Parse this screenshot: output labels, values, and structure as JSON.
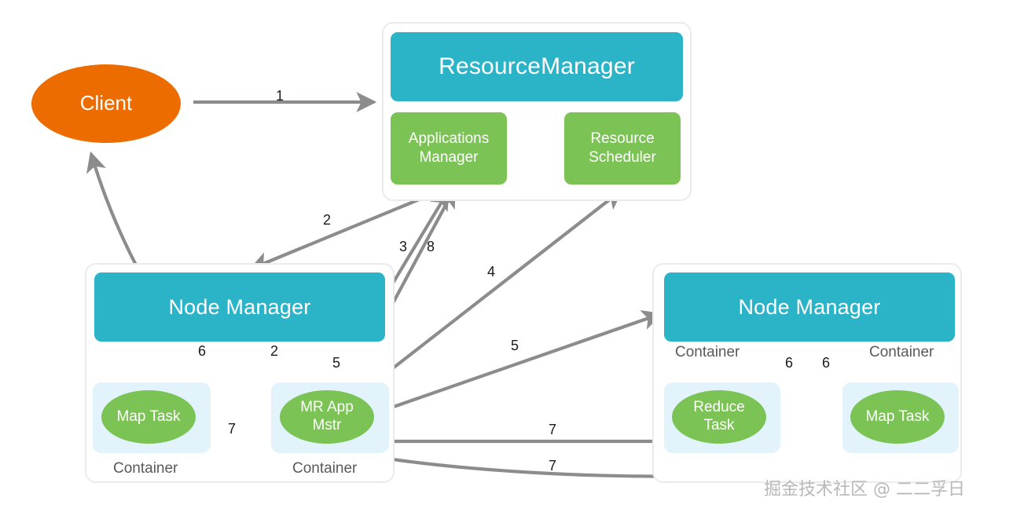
{
  "diagram": {
    "title": "YARN / MapReduce job submission flow",
    "colors": {
      "teal": "#2bb3c7",
      "green": "#7cc356",
      "orange": "#ec6c00",
      "tile": "#e2f3fb",
      "panel_border": "#ebebeb",
      "arrow": "#8c8c8c",
      "caption_text": "#595959",
      "label_text": "#1a1a1a",
      "watermark_text": "#b9b9b9"
    },
    "client": {
      "label": "Client"
    },
    "resource_manager": {
      "title": "ResourceManager",
      "services": [
        {
          "label": "Applications\nManager",
          "line1": "Applications",
          "line2": "Manager"
        },
        {
          "label": "Resource\nScheduler",
          "line1": "Resource",
          "line2": "Scheduler"
        }
      ]
    },
    "node_managers": [
      {
        "title": "Node Manager",
        "containers": [
          {
            "caption": "Container",
            "task": {
              "line1": "Map Task",
              "line2": ""
            }
          },
          {
            "caption": "Container",
            "task": {
              "line1": "MR App",
              "line2": "Mstr"
            }
          }
        ]
      },
      {
        "title": "Node Manager",
        "containers": [
          {
            "caption": "Container",
            "task": {
              "line1": "Reduce",
              "line2": "Task"
            }
          },
          {
            "caption": "Container",
            "task": {
              "line1": "Map Task",
              "line2": ""
            }
          }
        ]
      }
    ],
    "edge_labels": [
      {
        "id": "e1",
        "text": "1"
      },
      {
        "id": "e2a",
        "text": "2"
      },
      {
        "id": "e3",
        "text": "3"
      },
      {
        "id": "e8",
        "text": "8"
      },
      {
        "id": "e4",
        "text": "4"
      },
      {
        "id": "e5r",
        "text": "5"
      },
      {
        "id": "e6l",
        "text": "6"
      },
      {
        "id": "e2b",
        "text": "2"
      },
      {
        "id": "e5l",
        "text": "5"
      },
      {
        "id": "e7l",
        "text": "7"
      },
      {
        "id": "e6r1",
        "text": "6"
      },
      {
        "id": "e6r2",
        "text": "6"
      },
      {
        "id": "e7m",
        "text": "7"
      },
      {
        "id": "e7b",
        "text": "7"
      }
    ],
    "watermark": {
      "text": "掘金技术社区 @ 二二孚日"
    }
  }
}
